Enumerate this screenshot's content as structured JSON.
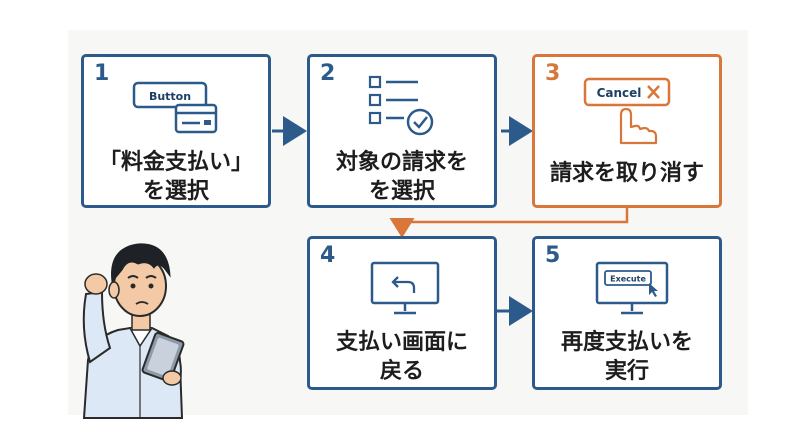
{
  "steps": [
    {
      "number": "1",
      "line1": "「料金支払い」",
      "line2": "を選択",
      "icon_text": "Button",
      "icon": "button-card-icon"
    },
    {
      "number": "2",
      "line1": "対象の請求を",
      "line2": "を選択",
      "icon": "checklist-icon"
    },
    {
      "number": "3",
      "line1": "請求を取り消す",
      "icon_text": "Cancel",
      "icon": "cancel-tap-icon"
    },
    {
      "number": "4",
      "line1": "支払い画面に",
      "line2": "戻る",
      "icon": "monitor-back-icon"
    },
    {
      "number": "5",
      "line1": "再度支払いを",
      "line2": "実行",
      "icon_text": "Execute",
      "icon": "monitor-execute-icon"
    }
  ],
  "colors": {
    "blue": "#2c5a8a",
    "orange": "#d9773a",
    "text": "#1d1d1d"
  }
}
